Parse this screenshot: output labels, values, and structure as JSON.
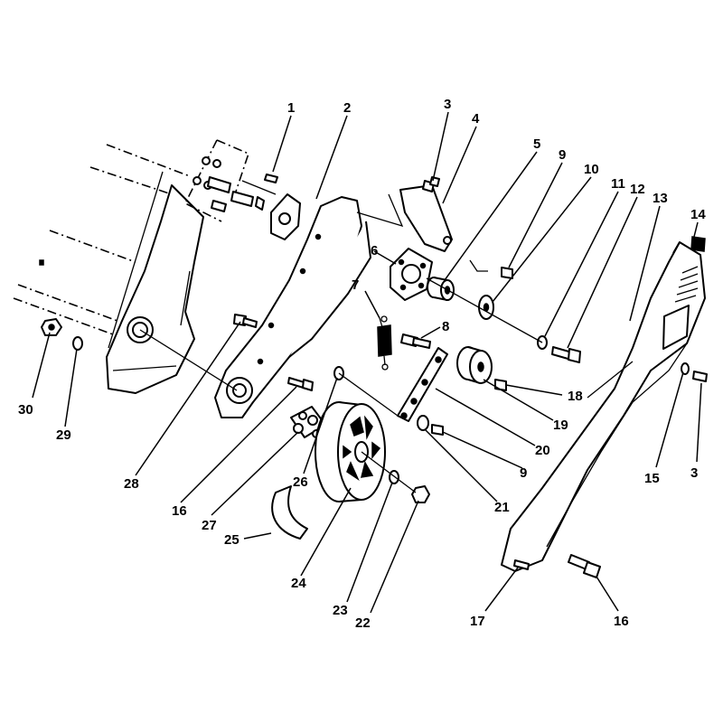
{
  "callouts": [
    {
      "id": "c1",
      "text": "1"
    },
    {
      "id": "c2",
      "text": "2"
    },
    {
      "id": "c3a",
      "text": "3"
    },
    {
      "id": "c4",
      "text": "4"
    },
    {
      "id": "c5",
      "text": "5"
    },
    {
      "id": "c9a",
      "text": "9"
    },
    {
      "id": "c10",
      "text": "10"
    },
    {
      "id": "c11",
      "text": "11"
    },
    {
      "id": "c12",
      "text": "12"
    },
    {
      "id": "c13",
      "text": "13"
    },
    {
      "id": "c14",
      "text": "14"
    },
    {
      "id": "c6",
      "text": "6"
    },
    {
      "id": "c7",
      "text": "7"
    },
    {
      "id": "c8",
      "text": "8"
    },
    {
      "id": "c18",
      "text": "18"
    },
    {
      "id": "c19",
      "text": "19"
    },
    {
      "id": "c20",
      "text": "20"
    },
    {
      "id": "c9b",
      "text": "9"
    },
    {
      "id": "c21",
      "text": "21"
    },
    {
      "id": "c15",
      "text": "15"
    },
    {
      "id": "c3b",
      "text": "3"
    },
    {
      "id": "c30",
      "text": "30"
    },
    {
      "id": "c29",
      "text": "29"
    },
    {
      "id": "c28",
      "text": "28"
    },
    {
      "id": "c16a",
      "text": "16"
    },
    {
      "id": "c26",
      "text": "26"
    },
    {
      "id": "c27",
      "text": "27"
    },
    {
      "id": "c25",
      "text": "25"
    },
    {
      "id": "c24",
      "text": "24"
    },
    {
      "id": "c23",
      "text": "23"
    },
    {
      "id": "c22",
      "text": "22"
    },
    {
      "id": "c17",
      "text": "17"
    },
    {
      "id": "c16b",
      "text": "16"
    }
  ]
}
